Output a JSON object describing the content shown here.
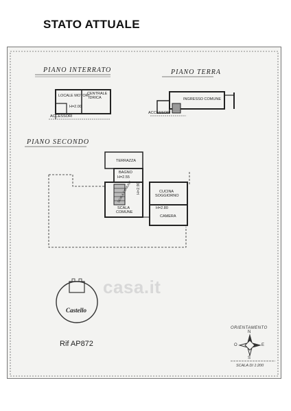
{
  "header": {
    "title": "STATO ATTUALE"
  },
  "floors": {
    "interrato": "PIANO INTERRATO",
    "terra": "PIANO TERRA",
    "secondo": "PIANO SECONDO"
  },
  "rooms": {
    "locale_motori": "LOCALE MOTORI",
    "centrale_idrica_1": "CENTRALE",
    "centrale_idrica_2": "IDRICA",
    "h_interrato": "H=2.00",
    "accesso_1": "ACCESSORI",
    "accesso_2": "ACCESSORI",
    "ingresso_comune": "INGRESSO COMUNE",
    "terrazza": "TERRAZZA",
    "bagno": "BAGNO",
    "h_bagno": "H=2.55",
    "cucina_1": "CUCINA",
    "cucina_2": "SOGGIORNO",
    "h_290": "H=2.90",
    "h_280": "H=2.80",
    "camera": "CAMERA",
    "scala_1": "SCALA",
    "scala_2": "COMUNE",
    "scala_rot": "SCALA COMUNE"
  },
  "ref": {
    "rif": "Rif AP872"
  },
  "logo": {
    "name": "Castello"
  },
  "watermark": "casa.it",
  "orientamento": "ORIENTAMENTO",
  "scale": "SCALA DI 1:200",
  "compass": {
    "n": "N",
    "s": "S",
    "e": "E",
    "o": "O"
  }
}
